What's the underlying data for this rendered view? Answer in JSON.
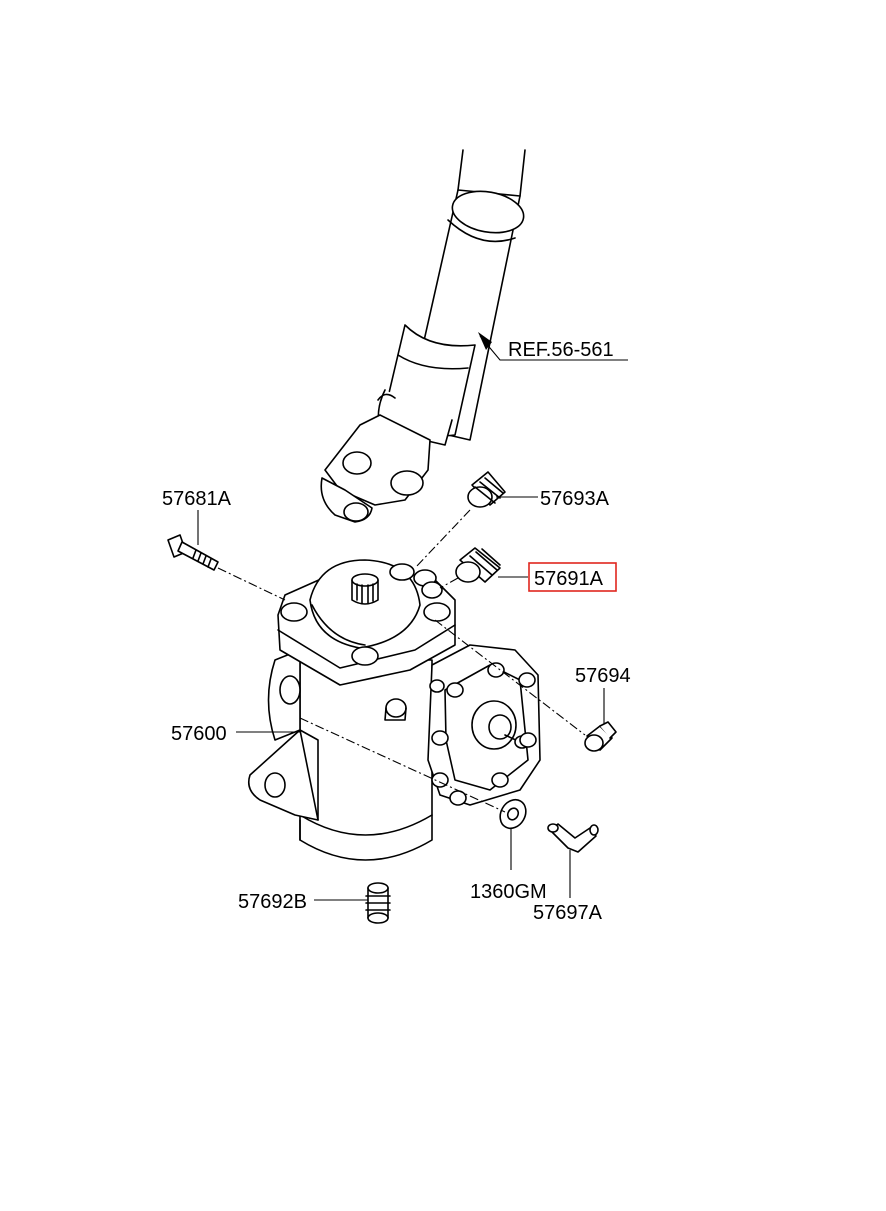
{
  "diagram": {
    "reference_label": "REF.56-561",
    "highlight_color": "#e0261e",
    "parts": [
      {
        "id": "p57681a",
        "label": "57681A"
      },
      {
        "id": "p57693a",
        "label": "57693A"
      },
      {
        "id": "p57691a",
        "label": "57691A",
        "highlighted": true
      },
      {
        "id": "p57694",
        "label": "57694"
      },
      {
        "id": "p57600",
        "label": "57600"
      },
      {
        "id": "p1360gm",
        "label": "1360GM"
      },
      {
        "id": "p57692b",
        "label": "57692B"
      },
      {
        "id": "p57697a",
        "label": "57697A"
      }
    ]
  }
}
